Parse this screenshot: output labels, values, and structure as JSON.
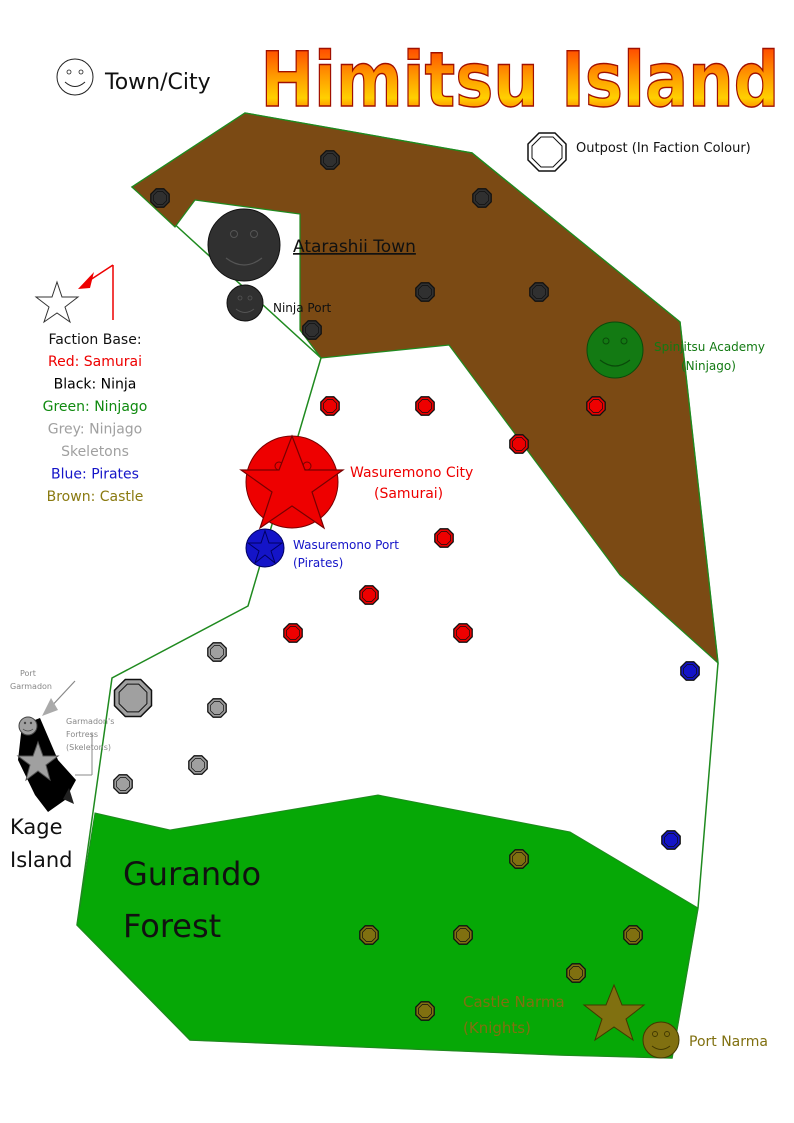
{
  "title": "Himitsu Island",
  "legend": {
    "town_label": "Town/City",
    "outpost_label": "Outpost (In Faction Colour)",
    "faction_base_heading": "Faction Base:",
    "factions": [
      {
        "text": "Red: Samurai",
        "color": "#ee0000"
      },
      {
        "text": "Black: Ninja",
        "color": "#000000"
      },
      {
        "text": "Green: Ninjago",
        "color": "#0f8a0f"
      },
      {
        "text": "Grey: Ninjago",
        "color": "#a0a0a0"
      },
      {
        "text": "Skeletons",
        "color": "#a0a0a0"
      },
      {
        "text": "Blue: Pirates",
        "color": "#1414c8"
      },
      {
        "text": "Brown: Castle",
        "color": "#8a7a10"
      }
    ]
  },
  "regions": {
    "forest_line1": "Gurando",
    "forest_line2": "Forest",
    "kage_line1": "Kage",
    "kage_line2": "Island"
  },
  "places": {
    "atarashii": "Atarashii Town",
    "ninja_port": "Ninja Port",
    "academy_line1": "Spinjitsu Academy",
    "academy_line2": "(Ninjago)",
    "wasuremono_city_line1": "Wasuremono City",
    "wasuremono_city_line2": "(Samurai)",
    "wasuremono_port_line1": "Wasuremono Port",
    "wasuremono_port_line2": "(Pirates)",
    "port_garmadon_line1": "Port",
    "port_garmadon_line2": "Garmadon",
    "fortress_line1": "Garmadon's",
    "fortress_line2": "Fortress",
    "fortress_line3": "(Skeletons)",
    "castle_line1": "Castle Narma",
    "castle_line2": "(Knights)",
    "port_narma": "Port Narma"
  },
  "colors": {
    "brown": "#7b4a14",
    "forest": "#06a806",
    "island_outline": "#1f8a1f",
    "samurai": "#ee0000",
    "ninja": "#303030",
    "ninjago": "#137a13",
    "skeleton": "#a0a0a0",
    "pirate": "#1414c8",
    "castle": "#807010",
    "title_red": "#e01000",
    "title_yellow": "#ffc000"
  }
}
